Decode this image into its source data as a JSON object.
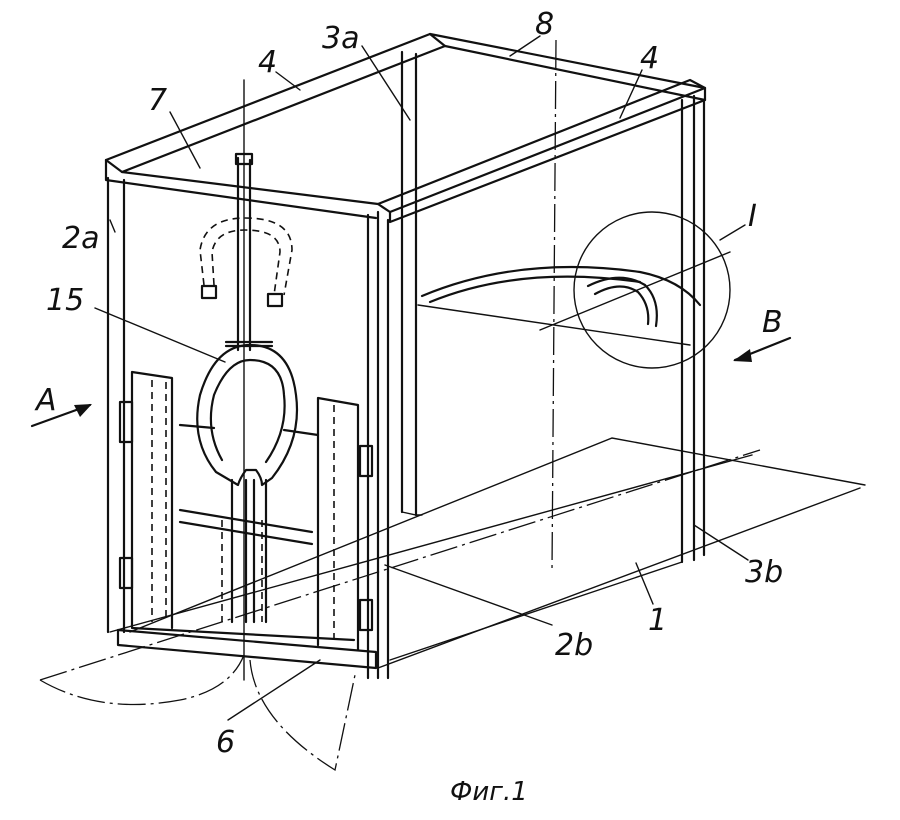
{
  "labels": {
    "l7": "7",
    "l4a": "4",
    "l3a": "3a",
    "l8": "8",
    "l4b": "4",
    "l2a": "2a",
    "l15": "15",
    "lI": "I",
    "lB": "B",
    "lA": "A",
    "l3b": "3b",
    "l2b": "2b",
    "l1": "1",
    "l6": "6"
  },
  "caption": "Фиг.1"
}
